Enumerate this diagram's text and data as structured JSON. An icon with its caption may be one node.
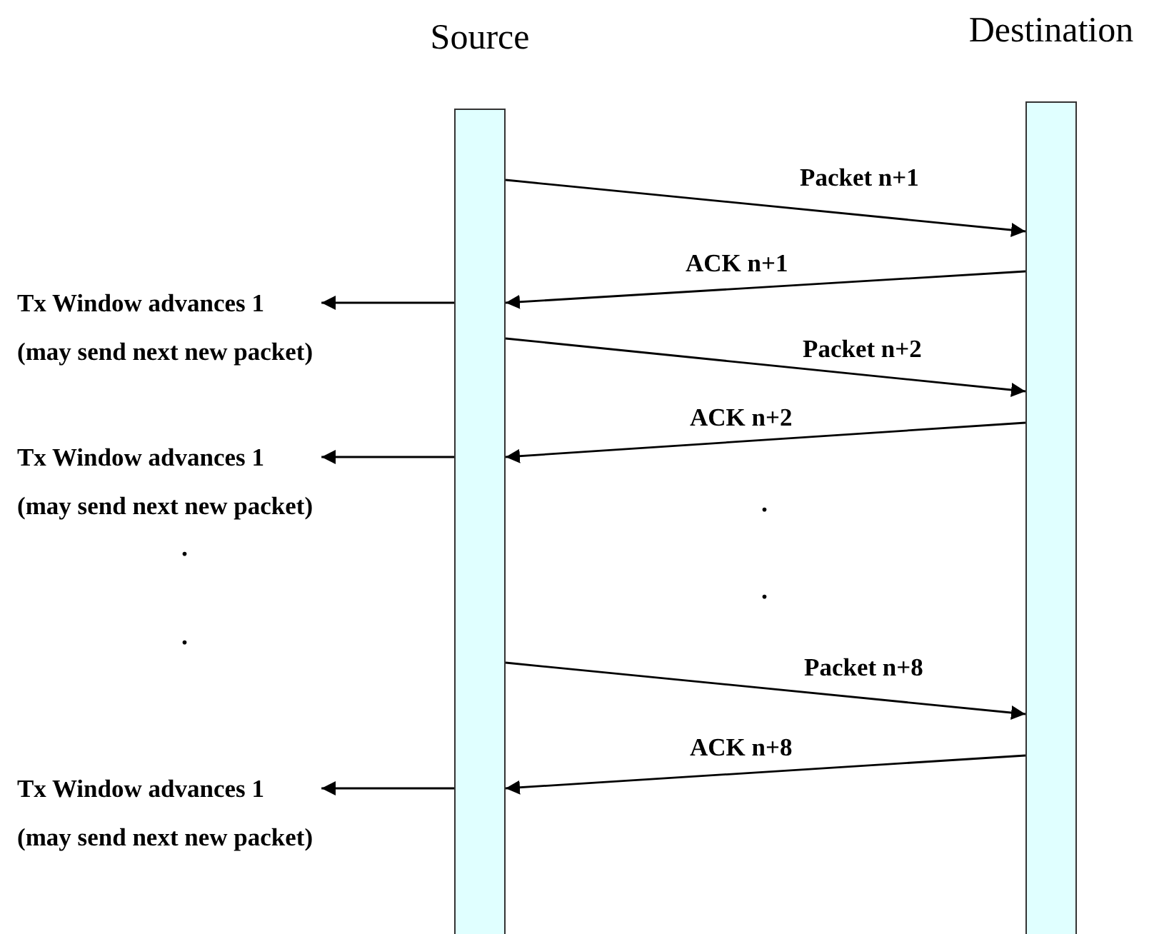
{
  "diagram": {
    "nodes": [
      {
        "text": [
          "Source"
        ]
      },
      {
        "text": [
          "Destination"
        ]
      },
      {
        "text": [
          "Tx Window advances 1",
          "(may send next new packet)"
        ]
      },
      {
        "text": [
          "Tx Window advances 1",
          "(may send next new packet)"
        ]
      },
      {
        "text": [
          "Tx Window advances 1",
          "(may send next new packet)"
        ]
      }
    ],
    "edges": [
      {
        "from": 0,
        "to": 1,
        "arrow": "to",
        "label": "Packet n+1"
      },
      {
        "from": 1,
        "to": 0,
        "arrow": "to",
        "label": "ACK n+1"
      },
      {
        "from": 0,
        "to": 2,
        "arrow": "to"
      },
      {
        "from": 0,
        "to": 1,
        "arrow": "to",
        "label": "Packet n+2"
      },
      {
        "from": 1,
        "to": 0,
        "arrow": "to",
        "label": "ACK n+2"
      },
      {
        "from": 0,
        "to": 3,
        "arrow": "to"
      },
      {
        "from": 0,
        "to": 1,
        "arrow": "to",
        "label": "Packet n+8"
      },
      {
        "from": 1,
        "to": 0,
        "arrow": "to",
        "label": "ACK n+8"
      },
      {
        "from": 0,
        "to": 4,
        "arrow": "to"
      }
    ],
    "labels": [
      ".",
      ".",
      ".",
      "."
    ]
  }
}
